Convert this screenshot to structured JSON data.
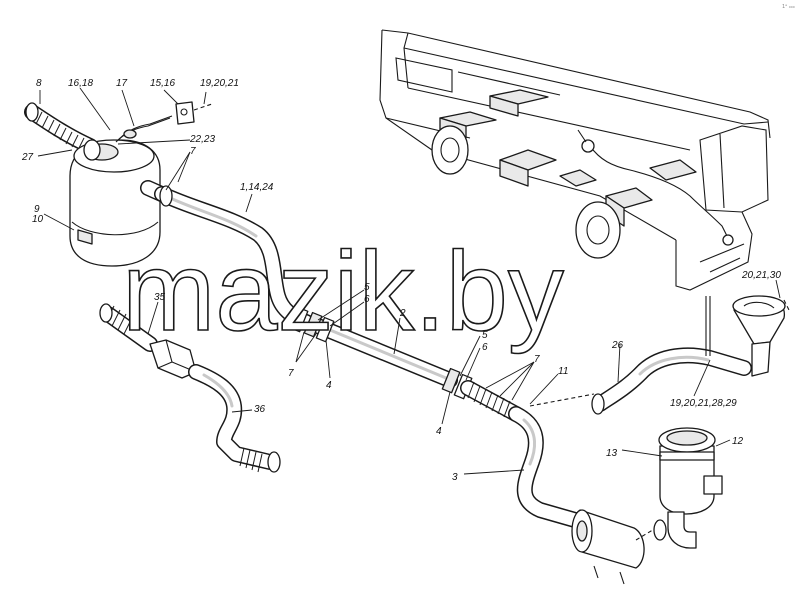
{
  "corner_mark": "1ᵃ ₀₀₀",
  "watermark": "mazik.by",
  "callouts": {
    "c8": "8",
    "c16_18": "16,18",
    "c17": "17",
    "c15_16": "15,16",
    "c19_20_21_top": "19,20,21",
    "c22_23": "22,23",
    "c7_top": "7",
    "c27": "27",
    "c9": "9",
    "c10": "10",
    "c1_14_24": "1,14,24",
    "c35": "35",
    "c36": "36",
    "c5_left": "5",
    "c6_left": "6",
    "c7_left": "7",
    "c4_left": "4",
    "c2": "2",
    "c5_right": "5",
    "c6_right": "6",
    "c4_right": "4",
    "c7_right": "7",
    "c11": "11",
    "c3": "3",
    "c26": "26",
    "c20_21_30": "20,21,30",
    "c19_20_21_28_29": "19,20,21,28,29",
    "c13": "13",
    "c12": "12"
  }
}
